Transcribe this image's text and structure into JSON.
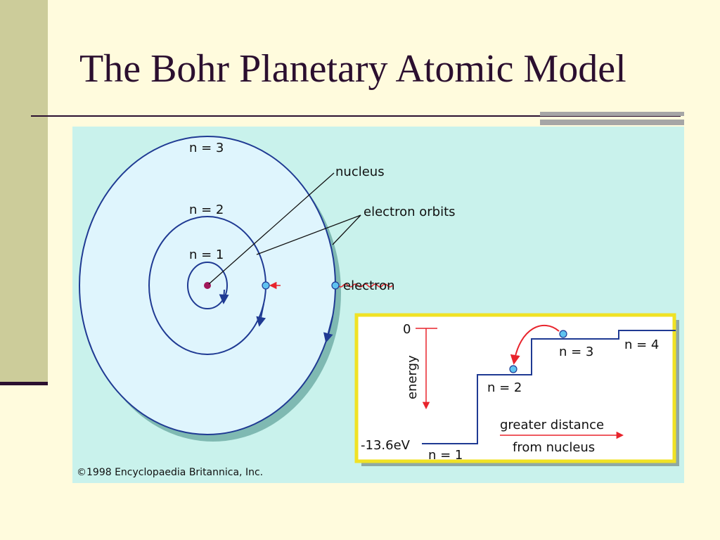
{
  "slide": {
    "title": "The Bohr Planetary Atomic Model"
  },
  "diagram": {
    "orbit_labels": [
      "n = 3",
      "n = 2",
      "n = 1"
    ],
    "callouts": {
      "nucleus": "nucleus",
      "electron_orbits": "electron orbits",
      "electron": "electron"
    },
    "energy_inset": {
      "zero_label": "0",
      "axis_label": "energy",
      "bottom_label": "-13.6eV",
      "levels": [
        "n = 1",
        "n = 2",
        "n = 3",
        "n = 4"
      ],
      "distance_label_line1": "greater distance",
      "distance_label_line2": "from nucleus"
    },
    "copyright": "©1998 Encyclopaedia Britannica, Inc."
  },
  "colors": {
    "background": "#fffbdd",
    "title": "#2b0f2f",
    "panel": "#c9f2ec",
    "atom_fill": "#dff5fd",
    "orbit": "#1f3a93",
    "inset_border": "#f0e224",
    "arrow_red": "#e8242c",
    "electron": "#5fc3f0",
    "nucleus": "#a0185a"
  }
}
